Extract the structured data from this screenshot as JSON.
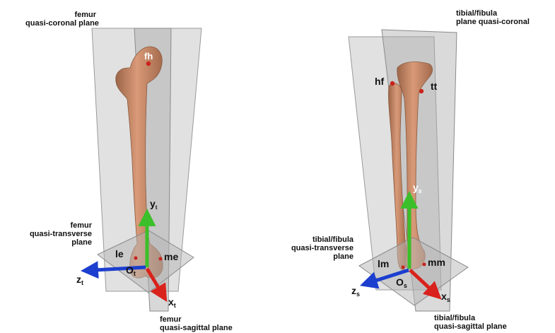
{
  "left_panel": {
    "coronal_caption": [
      "femur",
      "quasi-coronal plane"
    ],
    "transverse_caption": [
      "femur",
      "quasi-transverse",
      "plane"
    ],
    "sagittal_caption": [
      "femur",
      "quasi-sagittal plane"
    ],
    "landmarks": {
      "fh": "fh",
      "le": "le",
      "me": "me"
    },
    "axes": {
      "y": "y",
      "y_sub": "t",
      "x": "x",
      "x_sub": "t",
      "z": "z",
      "z_sub": "t",
      "origin": "O",
      "origin_sub": "t"
    }
  },
  "right_panel": {
    "coronal_caption": [
      "tibial/fibula",
      "plane quasi-coronal"
    ],
    "transverse_caption": [
      "tibial/fibula",
      "quasi-transverse",
      "plane"
    ],
    "sagittal_caption": [
      "tibial/fibula",
      "quasi-sagittal plane"
    ],
    "landmarks": {
      "hf": "hf",
      "tt": "tt",
      "lm": "lm",
      "mm": "mm"
    },
    "axes": {
      "y": "y",
      "y_sub": "s",
      "x": "x",
      "x_sub": "s",
      "z": "z",
      "z_sub": "s",
      "origin": "O",
      "origin_sub": "s"
    }
  },
  "colors": {
    "bone": "#c78b6a",
    "plane": "#bdbdbd",
    "x_axis": "#d9221c",
    "y_axis": "#3bbf2a",
    "z_axis": "#1c3fcf",
    "landmark": "#c8231d"
  }
}
